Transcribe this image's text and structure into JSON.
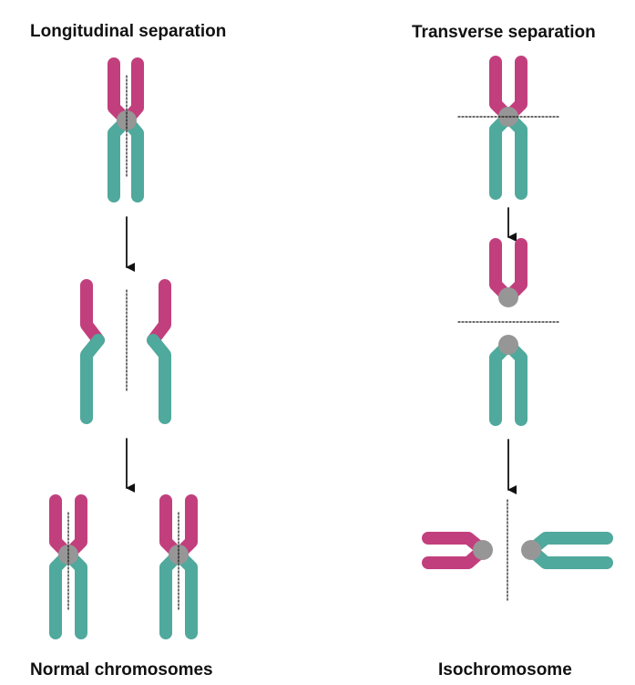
{
  "labels": {
    "longitudinal": "Longitudinal separation",
    "transverse": "Transverse separation",
    "normal": "Normal chromosomes",
    "iso": "Isochromosome"
  },
  "colors": {
    "arm_top": "#C23F7D",
    "arm_bottom": "#4FA99C",
    "centromere": "#969696",
    "line": "#111111"
  }
}
